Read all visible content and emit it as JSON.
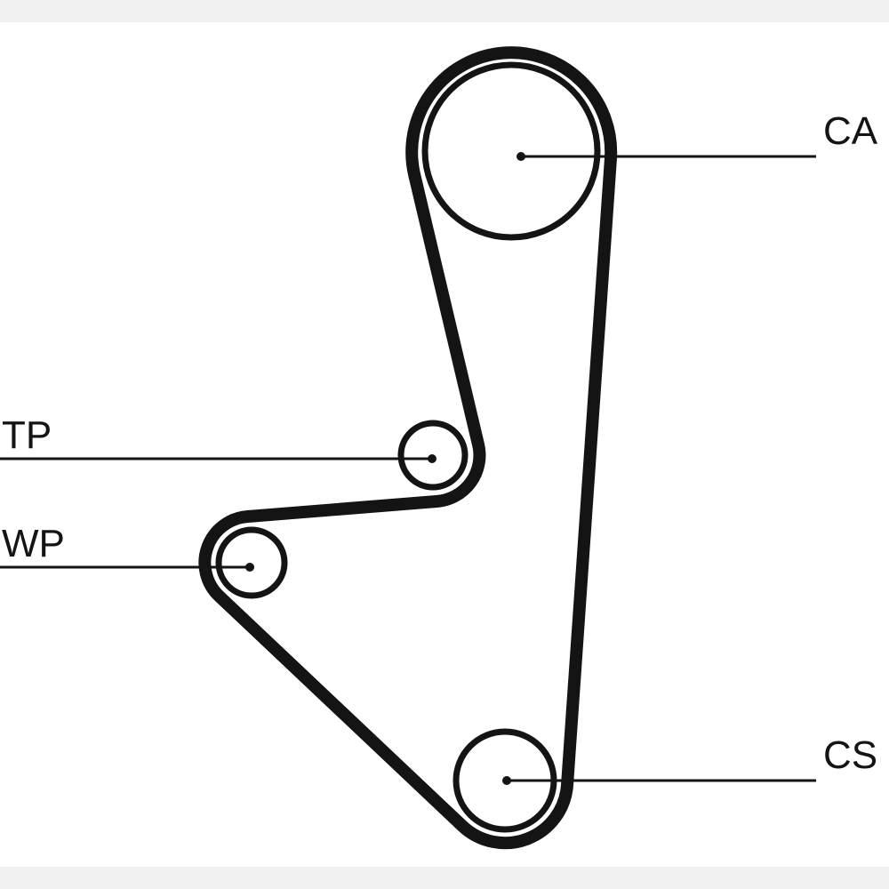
{
  "diagram": {
    "colors": {
      "belt": "#141414",
      "line": "#141414",
      "background": "#ffffff",
      "edge_band": "#f0f0f0"
    },
    "labels": {
      "camshaft": "CA",
      "tensioner": "TP",
      "water_pump": "WP",
      "crankshaft": "CS"
    }
  }
}
